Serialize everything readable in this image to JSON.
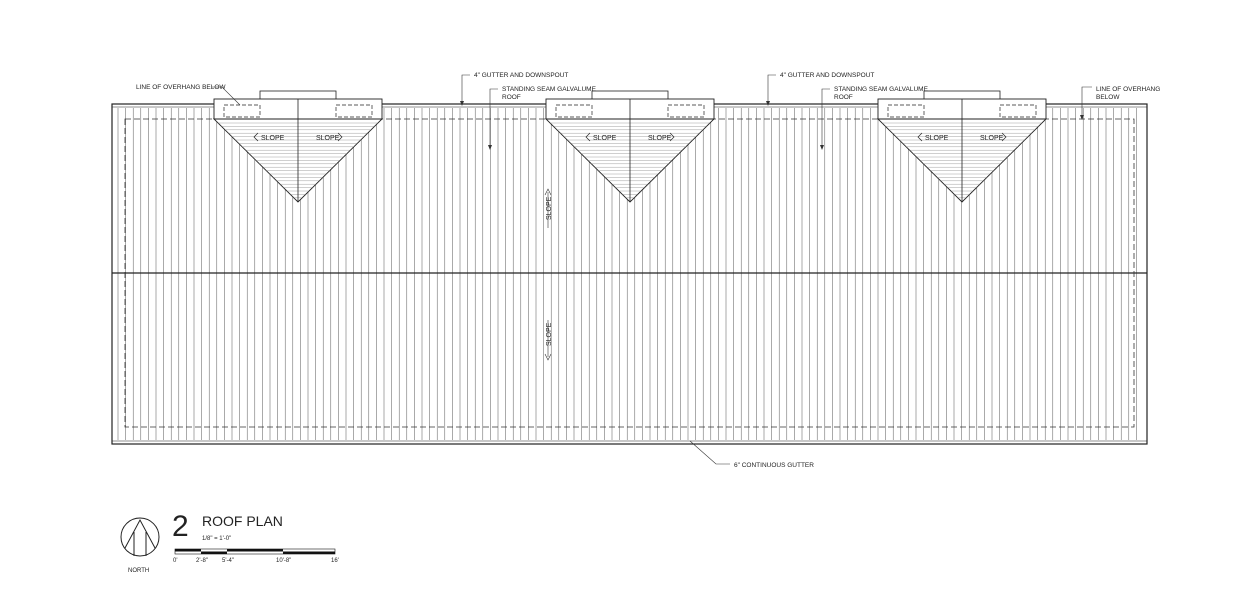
{
  "drawing": {
    "number": "2",
    "title": "ROOF PLAN",
    "scale": "1/8\" = 1'-0\"",
    "north_label": "NORTH",
    "scale_bar_ticks": [
      "0'",
      "2'-8\"",
      "5'-4\"",
      "10'-8\"",
      "16'"
    ]
  },
  "annotations": {
    "overhang_left": "LINE OF OVERHANG BELOW",
    "gutter_1": "4\" GUTTER AND DOWNSPOUT",
    "roof_1_line1": "STANDING SEAM GALVALUME",
    "roof_1_line2": "ROOF",
    "gutter_2": "4\" GUTTER AND DOWNSPOUT",
    "roof_2_line1": "STANDING SEAM GALVALUME",
    "roof_2_line2": "ROOF",
    "overhang_right_line1": "LINE OF OVERHANG",
    "overhang_right_line2": "BELOW",
    "continuous_gutter": "6\" CONTINUOUS GUTTER"
  },
  "roof": {
    "slope_label": "SLOPE",
    "dormers": [
      {
        "left_slope": "SLOPE",
        "right_slope": "SLOPE"
      },
      {
        "left_slope": "SLOPE",
        "right_slope": "SLOPE"
      },
      {
        "left_slope": "SLOPE",
        "right_slope": "SLOPE"
      }
    ],
    "main_slopes": [
      "SLOPE",
      "SLOPE"
    ]
  }
}
